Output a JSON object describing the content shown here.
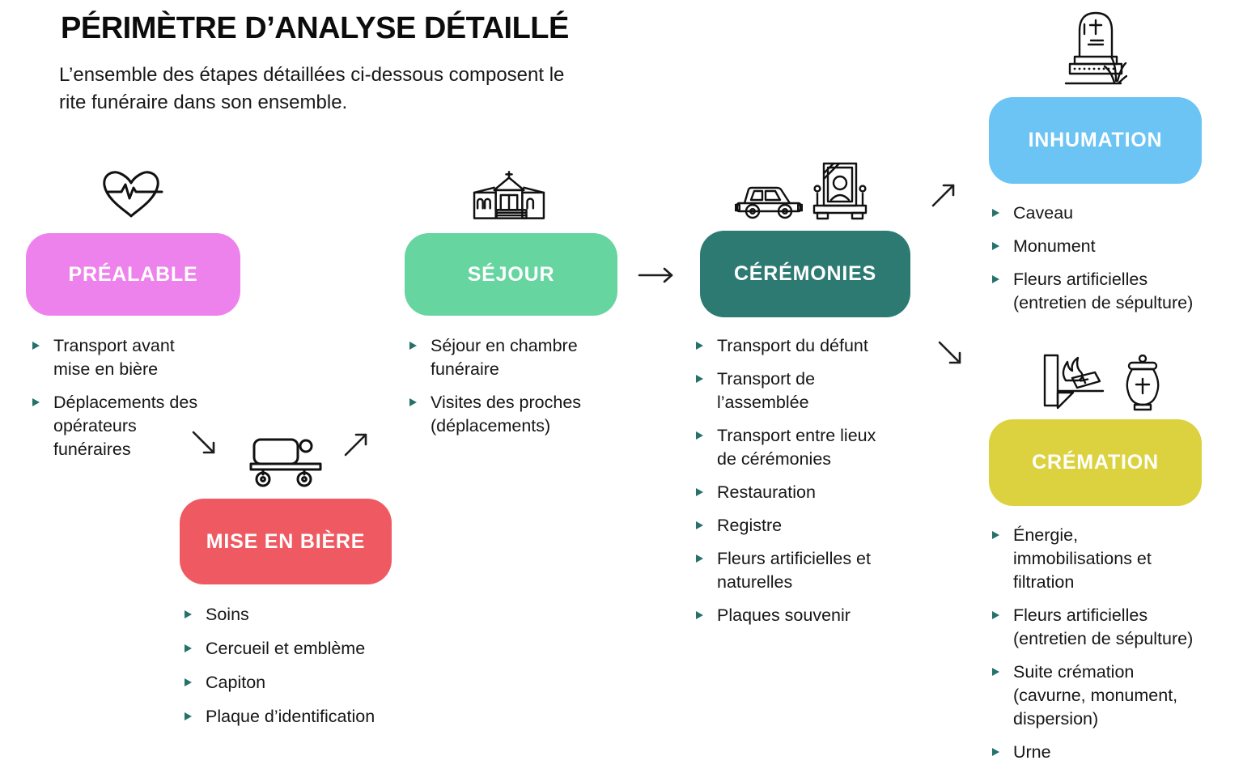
{
  "header": {
    "title": "PÉRIMÈTRE D’ANALYSE DÉTAILLÉ",
    "subtitle": "L’ensemble des étapes détaillées ci-dessous composent le\nrite funéraire dans son ensemble."
  },
  "style": {
    "bullet_color": "#26716a",
    "text_color": "#161616",
    "icon_stroke": "#111111"
  },
  "stages": [
    {
      "id": "prealable",
      "label": "PRÉALABLE",
      "color": "#ee82ec",
      "icon": "heart-pulse-icon",
      "items": [
        "Transport avant\nmise en bière",
        "Déplacements des\nopérateurs\nfunéraires"
      ]
    },
    {
      "id": "mise-en-biere",
      "label": "MISE EN BIÈRE",
      "color": "#ef5a62",
      "icon": "stretcher-icon",
      "items": [
        "Soins",
        "Cercueil et emblème",
        "Capiton",
        "Plaque d’identification"
      ]
    },
    {
      "id": "sejour",
      "label": "SÉJOUR",
      "color": "#66d5a0",
      "icon": "funeral-home-icon",
      "items": [
        "Séjour en chambre\nfunéraire",
        "Visites des proches\n(déplacements)"
      ]
    },
    {
      "id": "ceremonies",
      "label": "CÉRÉMONIES",
      "color": "#2d7a72",
      "icons": [
        "hearse-icon",
        "memorial-portrait-icon"
      ],
      "items": [
        "Transport du défunt",
        "Transport de\nl’assemblée",
        "Transport entre lieux\nde cérémonies",
        "Restauration",
        "Registre",
        "Fleurs artificielles et\nnaturelles",
        "Plaques souvenir"
      ]
    },
    {
      "id": "inhumation",
      "label": "INHUMATION",
      "color": "#6bc4f3",
      "icon": "tombstone-icon",
      "items": [
        "Caveau",
        "Monument",
        "Fleurs artificielles\n(entretien de sépulture)"
      ]
    },
    {
      "id": "cremation",
      "label": "CRÉMATION",
      "color": "#dcd23f",
      "icons": [
        "cremation-oven-icon",
        "urn-icon"
      ],
      "items": [
        "Énergie,\nimmobilisations et\nfiltration",
        "Fleurs artificielles\n(entretien de sépulture)",
        "Suite crémation\n(cavurne, monument,\ndispersion)",
        "Urne"
      ]
    }
  ]
}
